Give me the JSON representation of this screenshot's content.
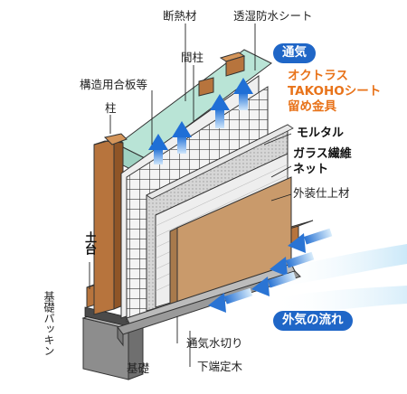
{
  "labels": {
    "insulation": "断熱材",
    "membrane": "透湿防水シート",
    "stud": "間柱",
    "plywood": "構造用合板等",
    "pillar": "柱",
    "sill": "土台",
    "foundation_packing": "基礎パッキン",
    "foundation": "基礎",
    "vent_flashing": "通気水切り",
    "bottom_batten": "下端定木",
    "exterior_finish": "外装仕上材",
    "glass_net_line1": "ガラス繊維",
    "glass_net_line2": "ネット",
    "mortar": "モルタル",
    "takoho_line1": "オクトラス",
    "takoho_line2": "TAKOHOシート",
    "takoho_line3": "留め金具",
    "airflow": "通気",
    "outside_air": "外気の流れ"
  },
  "colors": {
    "accent_blue": "#1f66c7",
    "accent_orange": "#e8731a",
    "timber": "#b7743d",
    "board_beige": "#c99a6b",
    "insulation_green": "#b9e4d6",
    "mortar_grey": "#d9d9d9"
  },
  "icons": [
    "up-arrow-icon",
    "inflow-arrow-icon"
  ]
}
